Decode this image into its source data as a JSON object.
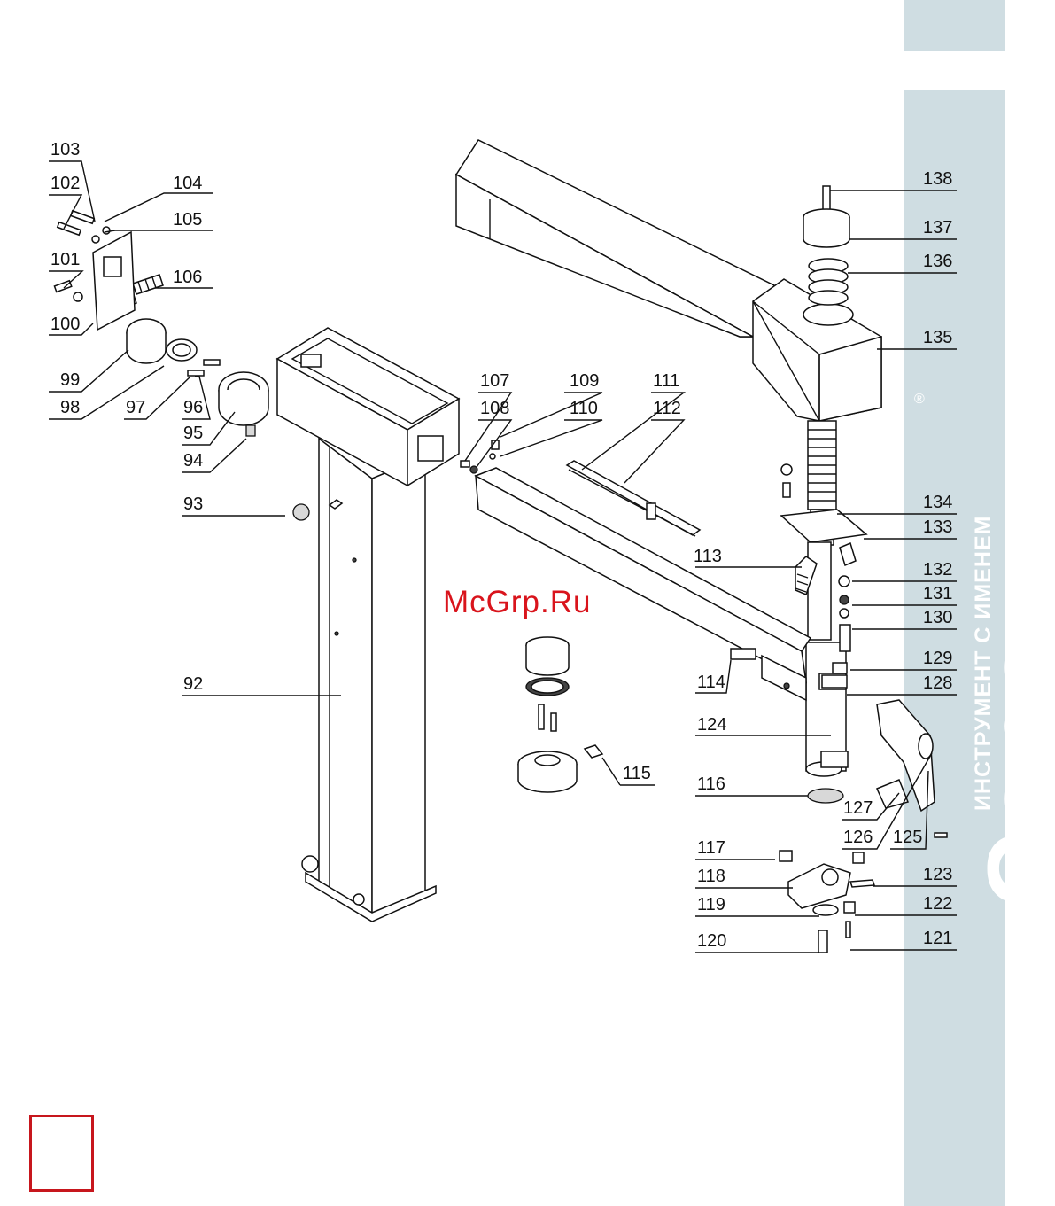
{
  "sidebar": {
    "color": "#cfdde2",
    "brand_name": "Сорокин",
    "brand_subtitle": "ИНСТРУМЕНТ С ИМЕНЕМ",
    "registered_mark": "®"
  },
  "watermark": {
    "text": "McGrp.Ru",
    "color": "#d9141c"
  },
  "page_number_box": {
    "border_color": "#c7161d"
  },
  "callouts": [
    "92",
    "93",
    "94",
    "95",
    "96",
    "97",
    "98",
    "99",
    "100",
    "101",
    "102",
    "103",
    "104",
    "105",
    "106",
    "107",
    "108",
    "109",
    "110",
    "111",
    "112",
    "113",
    "114",
    "115",
    "116",
    "117",
    "118",
    "119",
    "120",
    "121",
    "122",
    "123",
    "124",
    "125",
    "126",
    "127",
    "128",
    "129",
    "130",
    "131",
    "132",
    "133",
    "134",
    "135",
    "136",
    "137",
    "138"
  ]
}
